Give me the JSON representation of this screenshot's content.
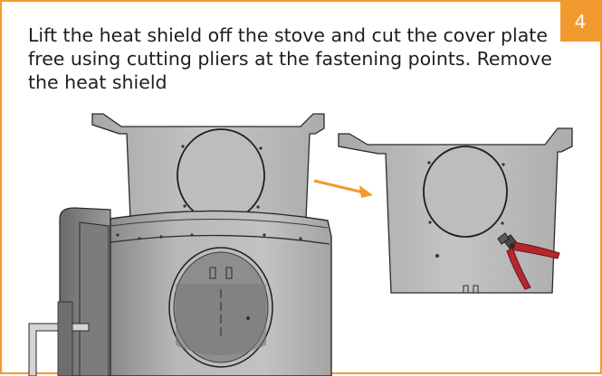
{
  "step": {
    "number": "4",
    "instruction": "Lift the heat shield off the stove and cut the cover plate free using cutting pliers at the fastening points. Remove the heat shield"
  },
  "colors": {
    "accent": "#f39a2e",
    "text": "#1e1e1e",
    "shield": "#b9b9b9",
    "stove": "#9f9f9f",
    "pliers_handle": "#b5272d"
  },
  "illustration": {
    "items": [
      "heat-shield-lifted",
      "stove-body",
      "arrow",
      "heat-shield-detached",
      "cutting-pliers"
    ]
  }
}
